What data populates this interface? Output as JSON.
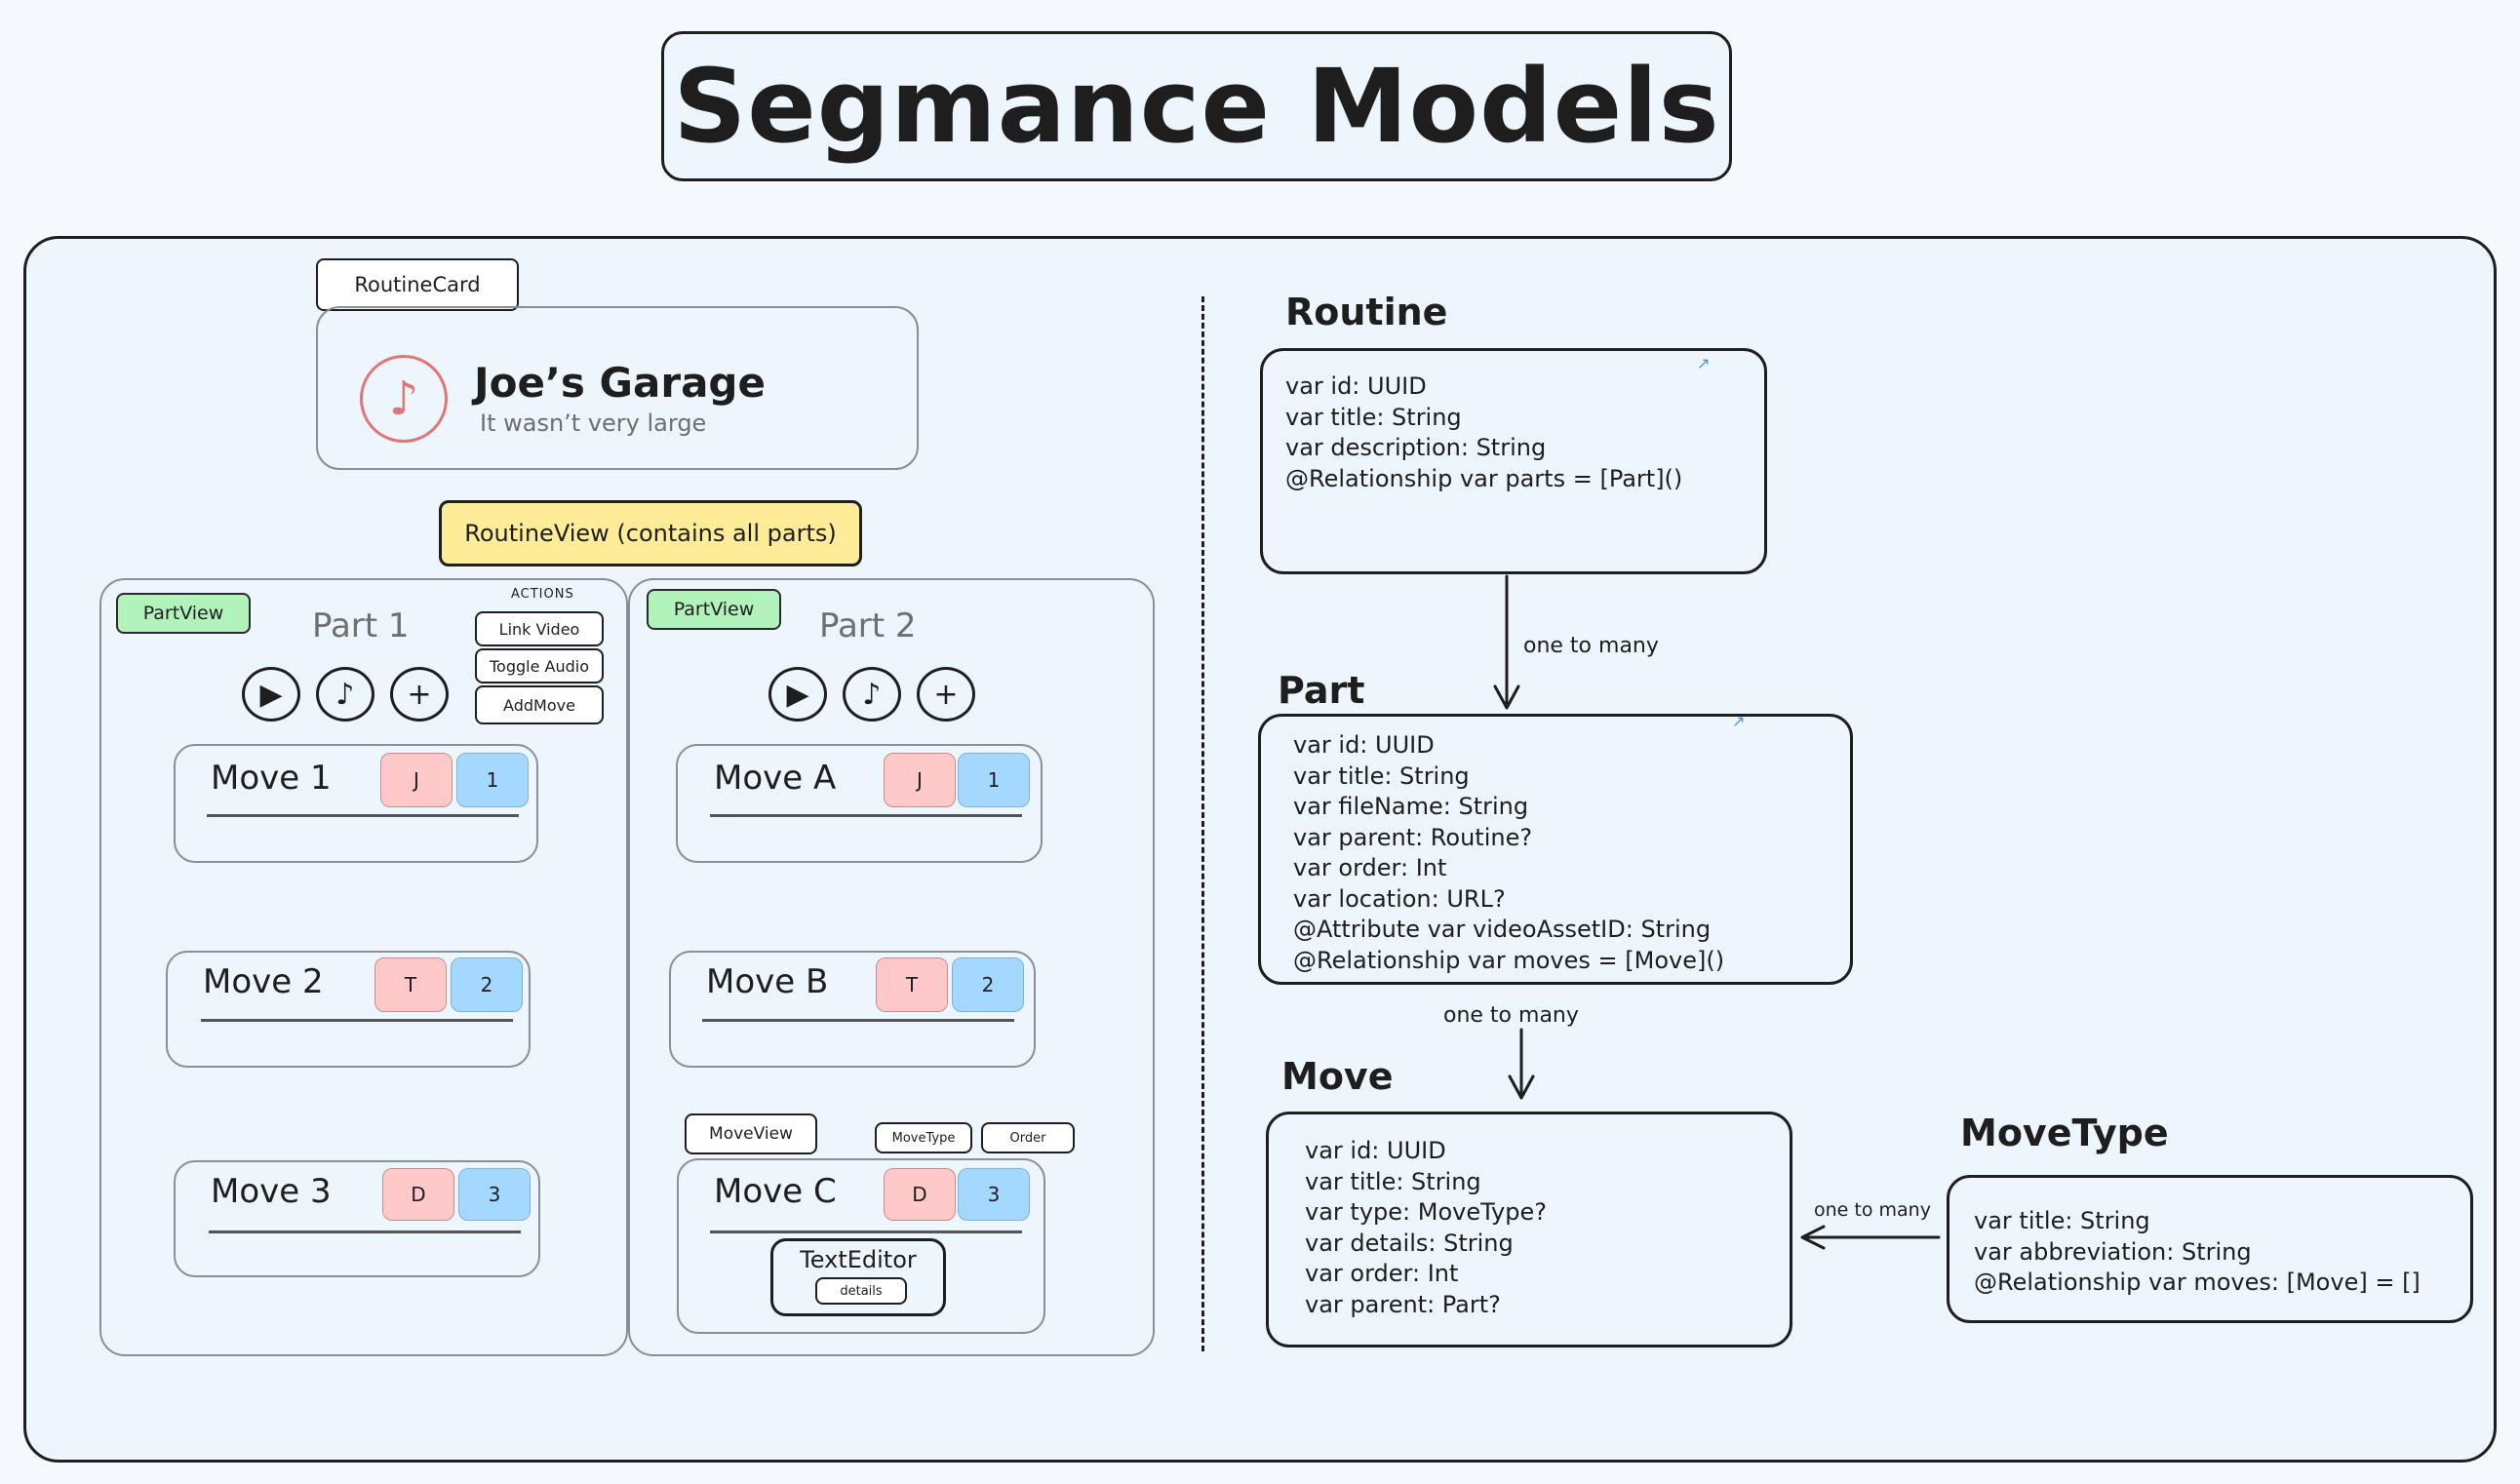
{
  "title": "Segmance Models",
  "ui": {
    "routine_card_tag": "RoutineCard",
    "routine_card": {
      "icon": "music-note-icon",
      "title": "Joe’s Garage",
      "subtitle": "It wasn’t very large"
    },
    "routine_view_tag": "RoutineView (contains all parts)",
    "actions_heading": "ACTIONS",
    "actions": [
      "Link Video",
      "Toggle Audio",
      "AddMove"
    ],
    "parts": [
      {
        "tag": "PartView",
        "title": "Part 1",
        "moves": [
          {
            "name": "Move 1",
            "type": "J",
            "order": "1"
          },
          {
            "name": "Move 2",
            "type": "T",
            "order": "2"
          },
          {
            "name": "Move 3",
            "type": "D",
            "order": "3"
          }
        ]
      },
      {
        "tag": "PartView",
        "title": "Part 2",
        "moves": [
          {
            "name": "Move A",
            "type": "J",
            "order": "1"
          },
          {
            "name": "Move B",
            "type": "T",
            "order": "2"
          },
          {
            "name": "Move C",
            "type": "D",
            "order": "3"
          }
        ]
      }
    ],
    "move_view_tag": "MoveView",
    "move_type_tag": "MoveType",
    "order_tag": "Order",
    "text_editor": {
      "title": "TextEditor",
      "button": "details"
    },
    "control_icons": [
      "play-icon",
      "music-note-icon",
      "plus-icon"
    ]
  },
  "models": {
    "routine": {
      "name": "Routine",
      "fields": [
        "var id: UUID",
        "var title: String",
        "var description: String",
        "@Relationship var parts = [Part]()"
      ]
    },
    "part": {
      "name": "Part",
      "fields": [
        "var id: UUID",
        "var title: String",
        "var fileName: String",
        "var parent: Routine?",
        "var order: Int",
        "var location: URL?",
        "@Attribute var videoAssetID: String",
        "@Relationship var moves = [Move]()"
      ]
    },
    "move": {
      "name": "Move",
      "fields": [
        "var id: UUID",
        "var title: String",
        "var type: MoveType?",
        "var details: String",
        "var order: Int",
        "var parent: Part?"
      ]
    },
    "move_type": {
      "name": "MoveType",
      "fields": [
        "var title: String",
        "var abbreviation: String",
        "@Relationship var moves: [Move] = []"
      ]
    }
  },
  "relations": {
    "routine_part": "one to many",
    "part_move": "one to many",
    "movetype_move": "one to many"
  },
  "colors": {
    "background": "#f5f9fd",
    "panel": "#edf5fd",
    "tag_green": "#b2f2bb",
    "tag_yellow": "#ffec99",
    "badge_red": "#ffc9c9",
    "badge_blue": "#a5d8ff",
    "icon_red": "#e07676"
  }
}
